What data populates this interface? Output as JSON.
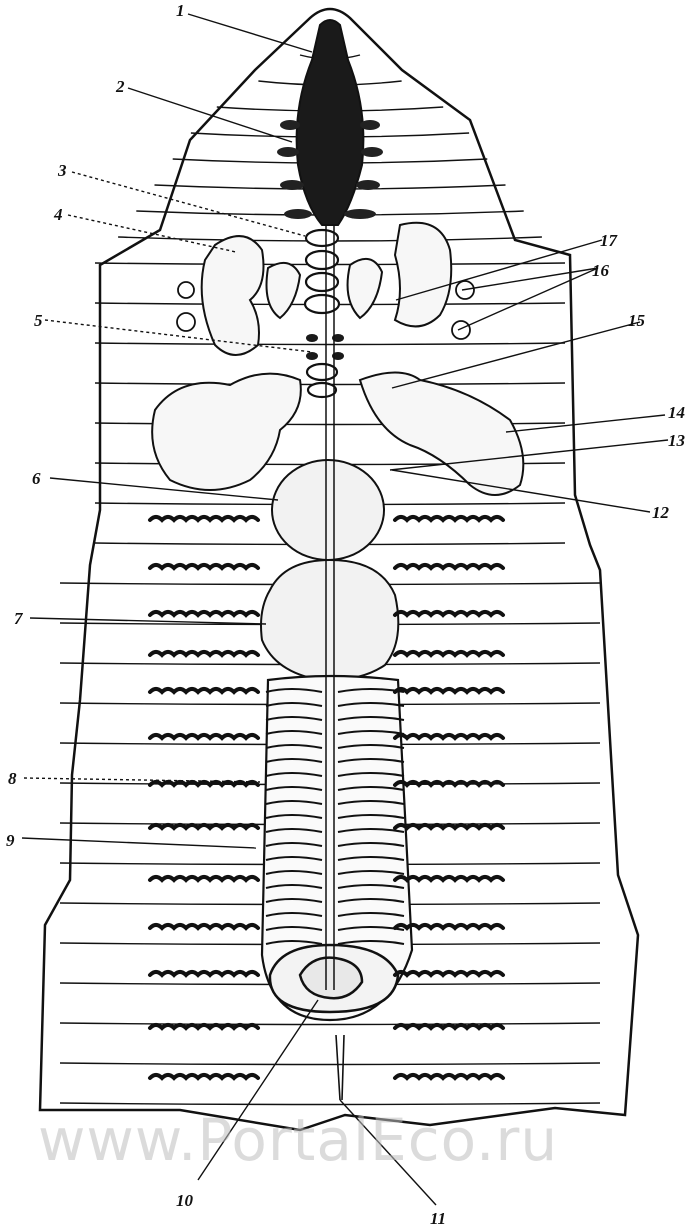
{
  "labels": [
    "1",
    "2",
    "3",
    "4",
    "5",
    "6",
    "7",
    "8",
    "9",
    "10",
    "11",
    "12",
    "13",
    "14",
    "15",
    "16",
    "17"
  ],
  "watermark": "www.PortalEco.ru",
  "colors": {
    "ink": "#111111",
    "paper": "#ffffff",
    "watermark": "#bdbdbd"
  }
}
